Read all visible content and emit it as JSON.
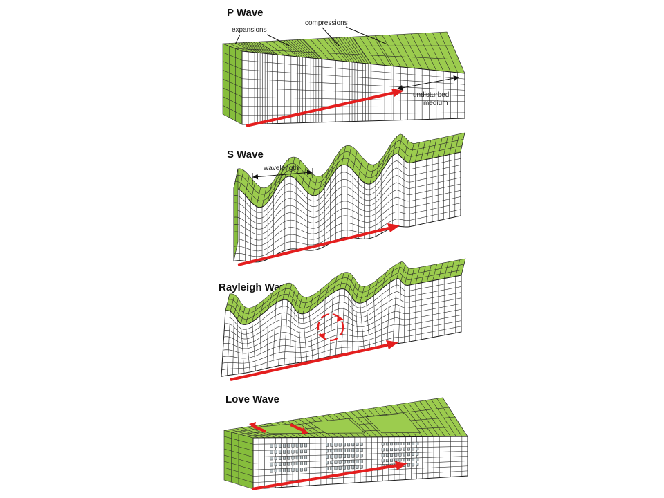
{
  "colors": {
    "top_face": "#9ccc4e",
    "end_face": "#86bd3c",
    "arrow": "#e41e1e",
    "background": "#ffffff",
    "grid_line": "#2a2a2a"
  },
  "panels": {
    "p_wave": {
      "title": "P Wave",
      "label_expansions": "expansions",
      "label_compressions": "compressions",
      "label_undisturbed_1": "undisturbed",
      "label_undisturbed_2": "medium"
    },
    "s_wave": {
      "title": "S Wave",
      "label_wavelength": "wavelength"
    },
    "rayleigh_wave": {
      "title": "Rayleigh Wave"
    },
    "love_wave": {
      "title": "Love Wave"
    }
  }
}
